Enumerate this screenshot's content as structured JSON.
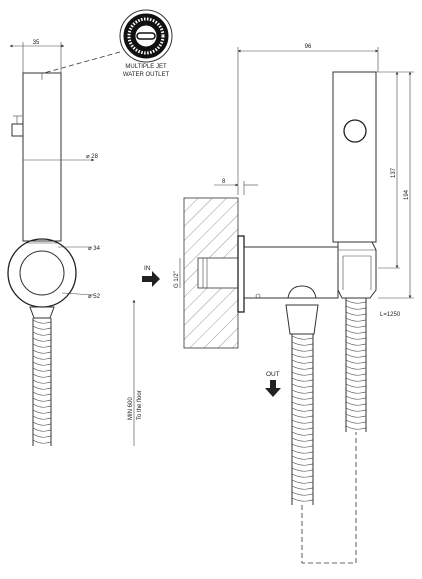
{
  "callouts": {
    "outlet_line1": "MULTIPLE JET",
    "outlet_line2": "WATER OUTLET"
  },
  "dimensions": {
    "side_width": "35",
    "body_diameter": "⌀ 28",
    "ring_inner": "⌀ 34",
    "ring_outer": "⌀ 52",
    "front_width": "96",
    "wall_offset": "8",
    "height_137": "137",
    "height_194": "194",
    "thread": "G 1/2\"",
    "hose_length": "L=1250"
  },
  "labels": {
    "inlet": "IN",
    "outlet": "OUT",
    "floor_line1": "MIN 600",
    "floor_line2": "To the floor"
  }
}
